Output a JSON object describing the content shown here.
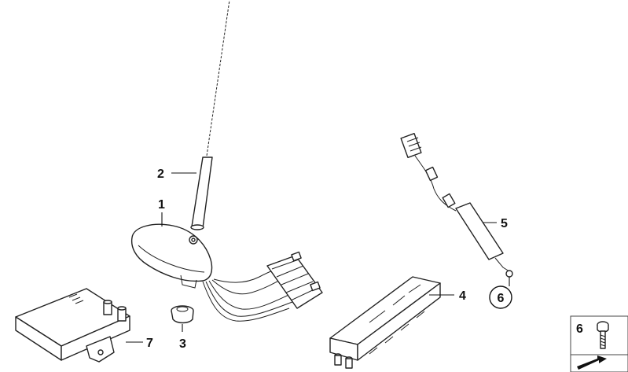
{
  "callouts": {
    "c1": "1",
    "c2": "2",
    "c3": "3",
    "c4": "4",
    "c5": "5",
    "c6": "6",
    "c7": "7"
  },
  "reference_box": {
    "number": "6"
  },
  "icon_names": [
    "antenna-rod",
    "antenna-base",
    "seal-grommet",
    "amplifier-module",
    "cable-adapter",
    "screw",
    "control-unit",
    "arrow-icon"
  ]
}
